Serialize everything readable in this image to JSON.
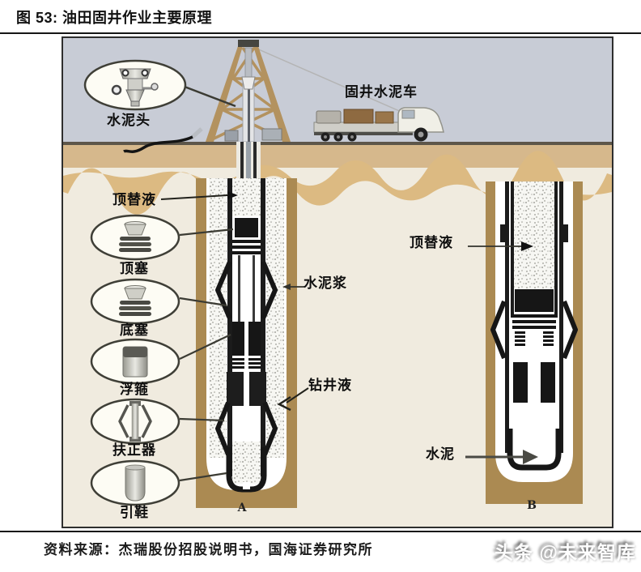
{
  "header": {
    "title": "图 53:  油田固井作业主要原理"
  },
  "diagram": {
    "surface": {
      "cement_head": "水泥头",
      "cement_truck": "固井水泥车"
    },
    "left_column": [
      "顶替液",
      "顶塞",
      "底塞",
      "浮箍",
      "扶正器",
      "引鞋"
    ],
    "well_a": {
      "letter": "A",
      "cement_slurry": "水泥浆",
      "drilling_fluid": "钻井液"
    },
    "well_b": {
      "letter": "B",
      "displacing_fluid": "顶替液",
      "cement": "水泥"
    }
  },
  "footer": {
    "source": "资料来源：杰瑞股份招股说明书，国海证券研究所",
    "watermark": "头条 @未来智库"
  },
  "colors": {
    "sky": "#c8ccd6",
    "ground_cream": "#f0ebdf",
    "surface_band": "#d6b88c",
    "wavy_band": "#dcba82",
    "well_wall": "#ab8a52",
    "derrick": "#b3925f",
    "casing": "#1b1b1b",
    "rule": "#161616"
  }
}
